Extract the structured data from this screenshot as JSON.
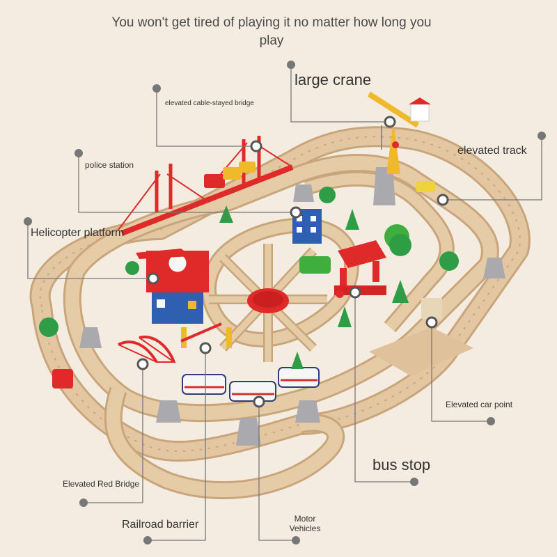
{
  "headline": "You won't get tired of playing it no matter how long you play",
  "callouts": {
    "large_crane": "large crane",
    "cable_bridge": "elevated cable-stayed bridge",
    "police_station": "police station",
    "elevated_track": "elevated track",
    "helicopter_platform": "Helicopter platform",
    "elevated_car_point": "Elevated car point",
    "bus_stop": "bus stop",
    "red_bridge": "Elevated Red Bridge",
    "railroad_barrier": "Railroad barrier",
    "motor_vehicles": "Motor Vehicles"
  },
  "colors": {
    "background": "#f4ece1",
    "track": "#dfc19c",
    "track_groove": "#c9a57b",
    "red": "#e02a2a",
    "green": "#2f9d46",
    "blue": "#2f5fb0",
    "yellow": "#f0b92a",
    "grey_support": "#a9a9ae",
    "leader_line": "#777777"
  }
}
